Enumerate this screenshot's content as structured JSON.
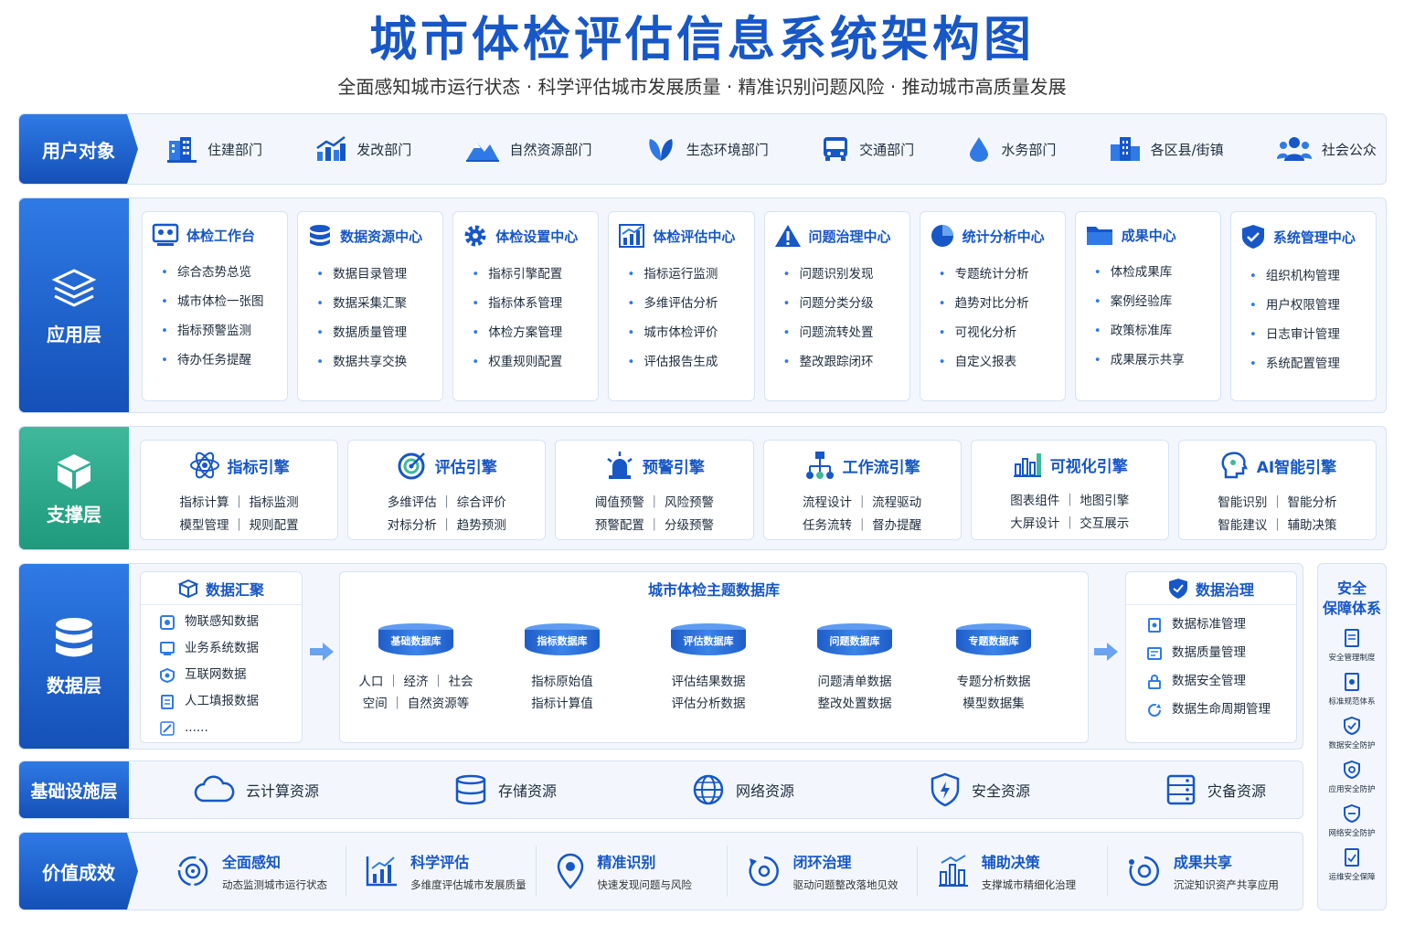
{
  "title": "城市体检评估信息系统架构图",
  "subtitle": "全面感知城市运行状态 · 科学评估城市发展质量 · 精准识别问题风险 · 推动城市高质量发展",
  "colors": {
    "primary": "#1757c7",
    "accent": "#2f7ae5",
    "support": "#1f9a7c"
  },
  "users": {
    "label": "用户对象",
    "items": [
      {
        "label": "住建部门",
        "icon": "building-icon"
      },
      {
        "label": "发改部门",
        "icon": "chart-growth-icon"
      },
      {
        "label": "自然资源部门",
        "icon": "mountain-icon"
      },
      {
        "label": "生态环境部门",
        "icon": "leaf-icon"
      },
      {
        "label": "交通部门",
        "icon": "bus-icon"
      },
      {
        "label": "水务部门",
        "icon": "water-drop-icon"
      },
      {
        "label": "各区县/街镇",
        "icon": "city-icon"
      },
      {
        "label": "社会公众",
        "icon": "people-icon"
      }
    ]
  },
  "app": {
    "label": "应用层",
    "cards": [
      {
        "title": "体检工作台",
        "items": [
          "综合态势总览",
          "城市体检一张图",
          "指标预警监测",
          "待办任务提醒"
        ]
      },
      {
        "title": "数据资源中心",
        "items": [
          "数据目录管理",
          "数据采集汇聚",
          "数据质量管理",
          "数据共享交换"
        ]
      },
      {
        "title": "体检设置中心",
        "items": [
          "指标引擎配置",
          "指标体系管理",
          "体检方案管理",
          "权重规则配置"
        ]
      },
      {
        "title": "体检评估中心",
        "items": [
          "指标运行监测",
          "多维评估分析",
          "城市体检评价",
          "评估报告生成"
        ]
      },
      {
        "title": "问题治理中心",
        "items": [
          "问题识别发现",
          "问题分类分级",
          "问题流转处置",
          "整改跟踪闭环"
        ]
      },
      {
        "title": "统计分析中心",
        "items": [
          "专题统计分析",
          "趋势对比分析",
          "可视化分析",
          "自定义报表"
        ]
      },
      {
        "title": "成果中心",
        "items": [
          "体检成果库",
          "案例经验库",
          "政策标准库",
          "成果展示共享"
        ]
      },
      {
        "title": "系统管理中心",
        "items": [
          "组织机构管理",
          "用户权限管理",
          "日志审计管理",
          "系统配置管理"
        ]
      }
    ]
  },
  "support": {
    "label": "支撑层",
    "cards": [
      {
        "title": "指标引擎",
        "lines": [
          "指标计算 ｜ 指标监测",
          "模型管理 ｜ 规则配置"
        ]
      },
      {
        "title": "评估引擎",
        "lines": [
          "多维评估 ｜ 综合评价",
          "对标分析 ｜ 趋势预测"
        ]
      },
      {
        "title": "预警引擎",
        "lines": [
          "阈值预警 ｜ 风险预警",
          "预警配置 ｜ 分级预警"
        ]
      },
      {
        "title": "工作流引擎",
        "lines": [
          "流程设计 ｜ 流程驱动",
          "任务流转 ｜ 督办提醒"
        ]
      },
      {
        "title": "可视化引擎",
        "lines": [
          "图表组件 ｜ 地图引擎",
          "大屏设计 ｜ 交互展示"
        ]
      },
      {
        "title": "AI智能引擎",
        "lines": [
          "智能识别 ｜ 智能分析",
          "智能建议 ｜ 辅助决策"
        ]
      }
    ]
  },
  "data": {
    "label": "数据层",
    "collect": {
      "title": "数据汇聚",
      "items": [
        "物联感知数据",
        "业务系统数据",
        "互联网数据",
        "人工填报数据",
        "......"
      ]
    },
    "theme": {
      "title": "城市体检主题数据库",
      "dbs": [
        {
          "name": "基础数据库",
          "lines": [
            "人口 ｜ 经济 ｜ 社会",
            "空间 ｜ 自然资源等"
          ]
        },
        {
          "name": "指标数据库",
          "lines": [
            "指标原始值",
            "指标计算值"
          ]
        },
        {
          "name": "评估数据库",
          "lines": [
            "评估结果数据",
            "评估分析数据"
          ]
        },
        {
          "name": "问题数据库",
          "lines": [
            "问题清单数据",
            "整改处置数据"
          ]
        },
        {
          "name": "专题数据库",
          "lines": [
            "专题分析数据",
            "模型数据集"
          ]
        }
      ]
    },
    "governance": {
      "title": "数据治理",
      "items": [
        "数据标准管理",
        "数据质量管理",
        "数据安全管理",
        "数据生命周期管理"
      ]
    }
  },
  "infra": {
    "label": "基础设施层",
    "items": [
      {
        "label": "云计算资源",
        "icon": "cloud-icon"
      },
      {
        "label": "存储资源",
        "icon": "storage-icon"
      },
      {
        "label": "网络资源",
        "icon": "globe-icon"
      },
      {
        "label": "安全资源",
        "icon": "shield-icon"
      },
      {
        "label": "灾备资源",
        "icon": "server-icon"
      }
    ]
  },
  "value": {
    "label": "价值成效",
    "items": [
      {
        "title": "全面感知",
        "desc": "动态监测城市运行状态"
      },
      {
        "title": "科学评估",
        "desc": "多维度评估城市发展质量"
      },
      {
        "title": "精准识别",
        "desc": "快速发现问题与风险"
      },
      {
        "title": "闭环治理",
        "desc": "驱动问题整改落地见效"
      },
      {
        "title": "辅助决策",
        "desc": "支撑城市精细化治理"
      },
      {
        "title": "成果共享",
        "desc": "沉淀知识资产共享应用"
      }
    ]
  },
  "security": {
    "title1": "安全",
    "title2": "保障体系",
    "items": [
      "安全管理制度",
      "标准规范体系",
      "数据安全防护",
      "应用安全防护",
      "网络安全防护",
      "运维安全保障"
    ]
  }
}
